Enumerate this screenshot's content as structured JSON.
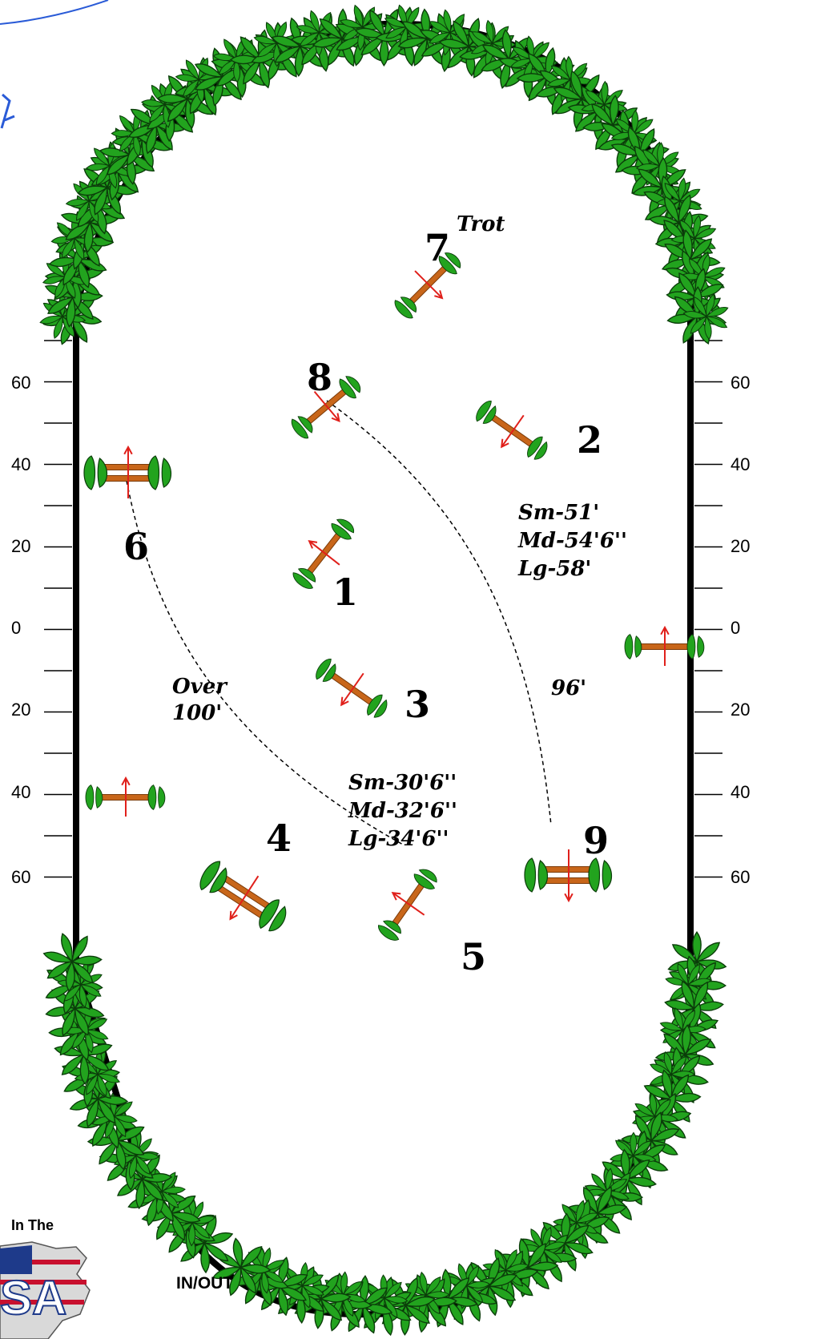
{
  "course": {
    "jumps": [
      {
        "number": "1"
      },
      {
        "number": "2"
      },
      {
        "number": "3"
      },
      {
        "number": "4"
      },
      {
        "number": "5"
      },
      {
        "number": "6"
      },
      {
        "number": "7",
        "note": "Trot"
      },
      {
        "number": "8"
      },
      {
        "number": "9"
      }
    ],
    "jump2_heights": [
      "Sm-51'",
      "Md-54'6''",
      "Lg-58'"
    ],
    "jump3_heights": [
      "Sm-30'6''",
      "Md-32'6''",
      "Lg-34'6''"
    ],
    "distance_6_5": [
      "Over",
      "100'"
    ],
    "distance_8_9": "96'",
    "entrance_label": "IN/OUT",
    "logo_text": "In The",
    "logo_letters": "SA"
  },
  "scale": {
    "left_labels": [
      "60",
      "40",
      "20",
      "0",
      "20",
      "40",
      "60"
    ],
    "right_labels": [
      "60",
      "40",
      "20",
      "0",
      "20",
      "40",
      "60"
    ]
  },
  "colors": {
    "rail": "#c8661a",
    "rail_edge": "#7a3a08",
    "foliage": "#22a31e",
    "foliage_edge": "#0b3d0a",
    "arrow": "#e0201b",
    "header_blue": "#2a5bd7"
  }
}
